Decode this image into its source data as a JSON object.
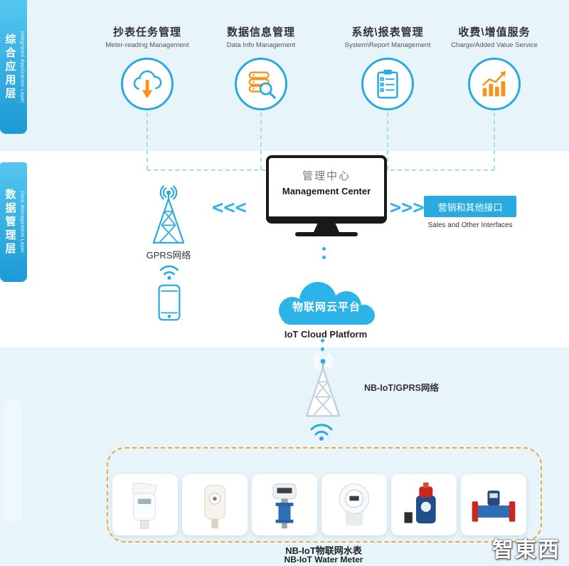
{
  "colors": {
    "accent_cyan": "#29abe2",
    "accent_orange": "#f7931e",
    "band_bg": "#e7f4fa"
  },
  "app_layer": {
    "tab_cn": "综合应用层",
    "tab_en": "Integrated Application Layer",
    "items": [
      {
        "title": "抄表任务管理",
        "subtitle": "Meter-reading Management",
        "icon": "cloud-download-icon"
      },
      {
        "title": "数据信息管理",
        "subtitle": "Data Info Management",
        "icon": "database-search-icon"
      },
      {
        "title": "系统\\报表管理",
        "subtitle": "System\\Report Management",
        "icon": "report-clipboard-icon"
      },
      {
        "title": "收费\\增值服务",
        "subtitle": "Charge/Added Value Service",
        "icon": "revenue-chart-icon"
      }
    ]
  },
  "data_layer": {
    "tab_cn": "数据管理层",
    "tab_en": "Data Management Layer",
    "gprs_label": "GPRS网络",
    "management_center": {
      "title_cn": "管理中心",
      "title_en": "Management Center"
    },
    "left_chevrons": "<<<",
    "right_chevrons": ">>>",
    "sales_interface": {
      "label_cn": "营销和其他接口",
      "label_en": "Sales and Other Interfaces"
    },
    "iot_cloud": {
      "label_cn": "物联网云平台",
      "label_en": "IoT Cloud Platform"
    }
  },
  "perception_layer": {
    "network_label": "NB-IoT/GPRS网络",
    "water_meter": {
      "label_cn": "NB-IoT物联网水表",
      "label_en": "NB-IoT Water Meter"
    }
  },
  "watermark": "智東西"
}
